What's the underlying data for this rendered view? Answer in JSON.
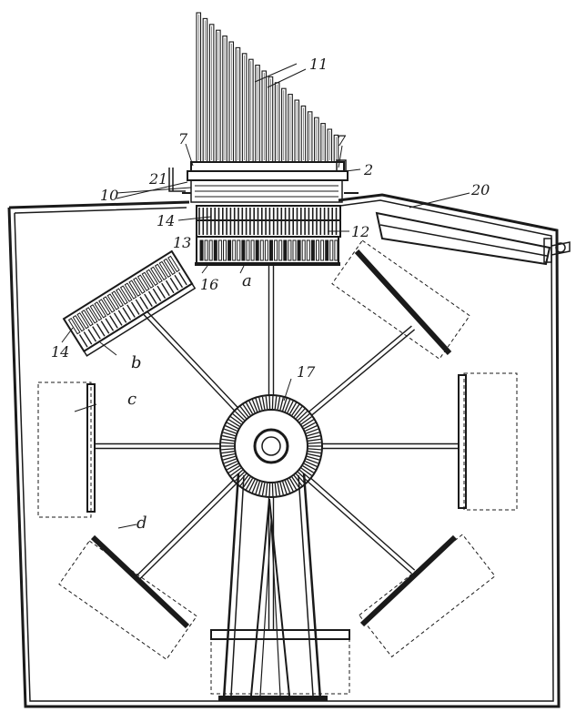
{
  "figure": {
    "labels": {
      "n11": "11",
      "n7_left": "7",
      "n7_right": "7",
      "n2": "2",
      "n21": "21",
      "n10": "10",
      "n20": "20",
      "n14_top": "14",
      "n12": "12",
      "n13": "13",
      "n16": "16",
      "a": "a",
      "n14_left": "14",
      "b": "b",
      "n17": "17",
      "c": "c",
      "d": "d"
    },
    "colors": {
      "ink": "#1a1a1a",
      "paper": "#ffffff"
    },
    "arm_count": 8,
    "pipe_count": 22
  }
}
